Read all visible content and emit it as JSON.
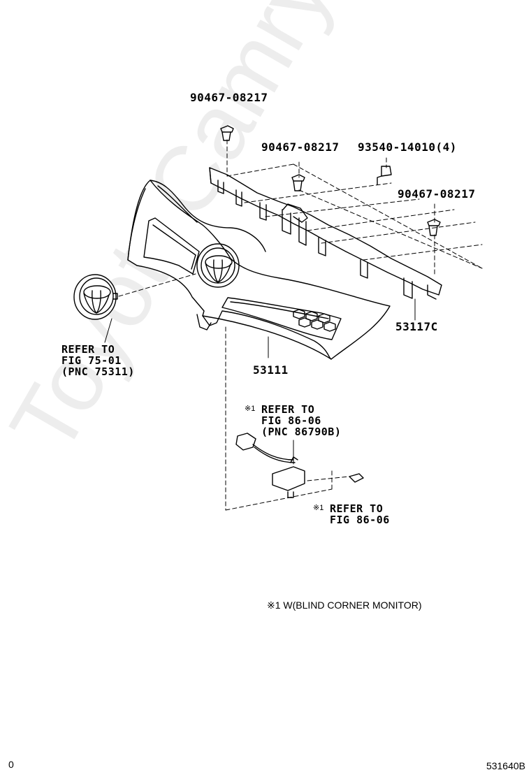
{
  "parts": {
    "clip_top": "90467-08217",
    "clip_mid": "90467-08217",
    "screw": "93540-14010(4)",
    "clip_right": "90467-08217",
    "retainer": "53117C",
    "grille": "53111"
  },
  "refs": {
    "emblem": {
      "line1": "REFER TO",
      "line2": "FIG 75-01",
      "line3": "(PNC 75311)"
    },
    "camera": {
      "mark": "※1",
      "line1": "REFER TO",
      "line2": "FIG 86-06",
      "line3": "(PNC 86790B)"
    },
    "bracket": {
      "mark": "※1",
      "line1": "REFER TO",
      "line2": "FIG 86-06"
    }
  },
  "footnote": "※1 W(BLIND CORNER MONITOR)",
  "page_left_code": "0",
  "figure_code": "531640B",
  "watermark": "ToyotaCamry.ru"
}
